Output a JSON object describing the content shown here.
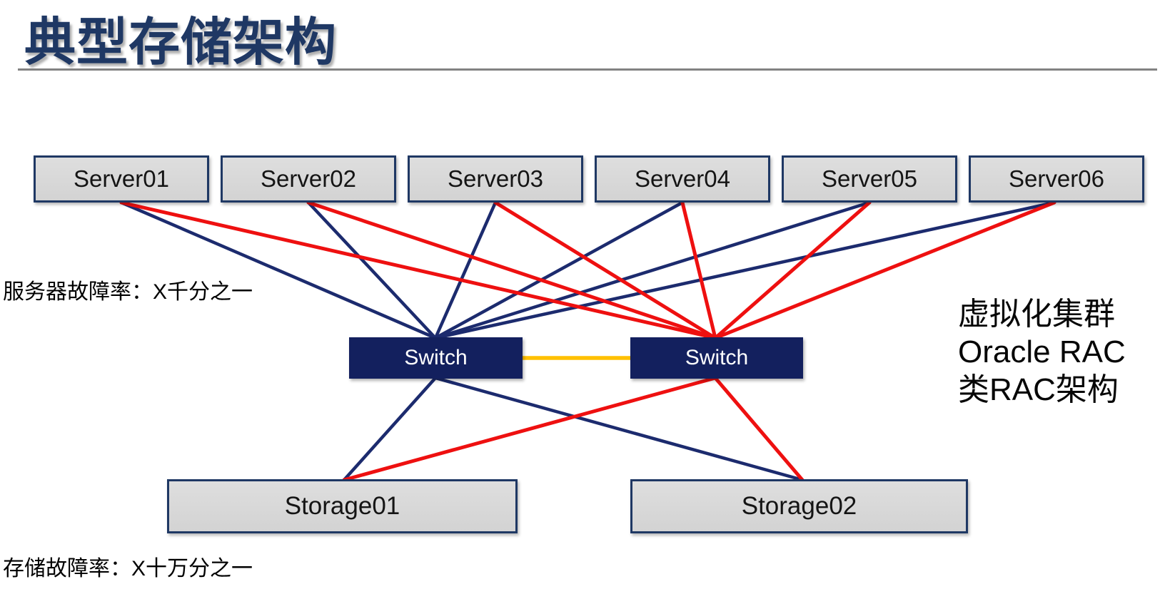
{
  "page": {
    "title": "典型存储架构"
  },
  "labels": {
    "server_failure_rate": "服务器故障率：X千分之一",
    "storage_failure_rate": "存储故障率：X十万分之一"
  },
  "side_note": {
    "lines": [
      "虚拟化集群",
      "Oracle RAC",
      "类RAC架构"
    ]
  },
  "colors": {
    "title_navy": "#1f3864",
    "navy": "#1c2b6e",
    "red": "#ee1010",
    "link_gold": "#ffc000",
    "box_fill": "#d8d8d8",
    "box_border": "#1f3864",
    "switch_fill": "#13205e",
    "divider_gray": "#828282"
  },
  "diagram": {
    "nodes": [
      {
        "id": "server01",
        "type": "server",
        "label": "Server01"
      },
      {
        "id": "server02",
        "type": "server",
        "label": "Server02"
      },
      {
        "id": "server03",
        "type": "server",
        "label": "Server03"
      },
      {
        "id": "server04",
        "type": "server",
        "label": "Server04"
      },
      {
        "id": "server05",
        "type": "server",
        "label": "Server05"
      },
      {
        "id": "server06",
        "type": "server",
        "label": "Server06"
      },
      {
        "id": "switch-a",
        "type": "switch",
        "label": "Switch"
      },
      {
        "id": "switch-b",
        "type": "switch",
        "label": "Switch"
      },
      {
        "id": "storage01",
        "type": "storage",
        "label": "Storage01"
      },
      {
        "id": "storage02",
        "type": "storage",
        "label": "Storage02"
      }
    ],
    "edges": [
      {
        "from": "server01",
        "to": "switch-a",
        "color": "navy"
      },
      {
        "from": "server02",
        "to": "switch-a",
        "color": "navy"
      },
      {
        "from": "server03",
        "to": "switch-a",
        "color": "navy"
      },
      {
        "from": "server04",
        "to": "switch-a",
        "color": "navy"
      },
      {
        "from": "server05",
        "to": "switch-a",
        "color": "navy"
      },
      {
        "from": "server06",
        "to": "switch-a",
        "color": "navy"
      },
      {
        "from": "switch-a",
        "to": "storage01",
        "color": "navy"
      },
      {
        "from": "switch-a",
        "to": "storage02",
        "color": "navy"
      },
      {
        "from": "server01",
        "to": "switch-b",
        "color": "red"
      },
      {
        "from": "server02",
        "to": "switch-b",
        "color": "red"
      },
      {
        "from": "server03",
        "to": "switch-b",
        "color": "red"
      },
      {
        "from": "server04",
        "to": "switch-b",
        "color": "red"
      },
      {
        "from": "server05",
        "to": "switch-b",
        "color": "red"
      },
      {
        "from": "server06",
        "to": "switch-b",
        "color": "red"
      },
      {
        "from": "switch-b",
        "to": "storage01",
        "color": "red"
      },
      {
        "from": "switch-b",
        "to": "storage02",
        "color": "red"
      },
      {
        "from": "switch-a",
        "to": "switch-b",
        "color": "link_gold",
        "fromAnchor": "right",
        "toAnchor": "left"
      }
    ]
  }
}
